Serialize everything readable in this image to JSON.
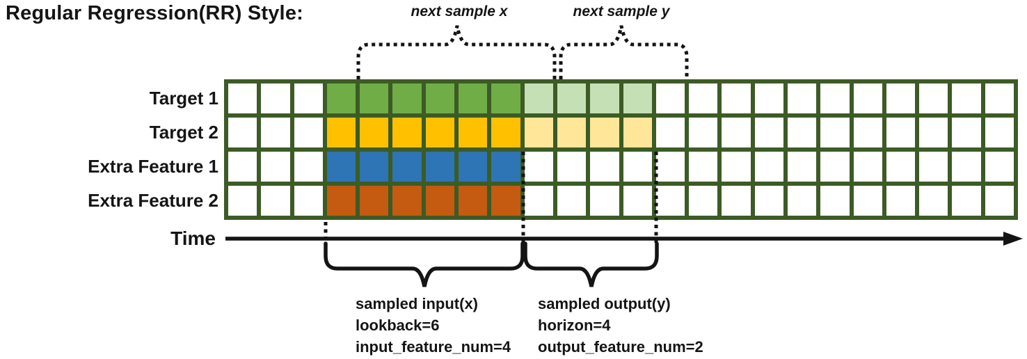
{
  "title": "Regular Regression(RR) Style:",
  "grid": {
    "total_columns": 24,
    "pre_columns": 3,
    "lookback_columns": 6,
    "horizon_columns": 4,
    "post_columns": 11,
    "line_color": "#3C5B25",
    "empty_cell_color": "#ffffff"
  },
  "rows": [
    {
      "label": "Target 1",
      "lookback_color": "#70AD47",
      "horizon_color": "#C5E0B4"
    },
    {
      "label": "Target 2",
      "lookback_color": "#FFC000",
      "horizon_color": "#FFE699"
    },
    {
      "label": "Extra Feature 1",
      "lookback_color": "#2E75B6",
      "horizon_color": null
    },
    {
      "label": "Extra Feature 2",
      "lookback_color": "#C55A11",
      "horizon_color": null
    }
  ],
  "annotations": {
    "next_sample_x": "next sample x",
    "next_sample_y": "next sample y",
    "time_label": "Time",
    "input_lines": [
      "sampled input(x)",
      "lookback=6",
      "input_feature_num=4"
    ],
    "output_lines": [
      "sampled output(y)",
      "horizon=4",
      "output_feature_num=2"
    ]
  },
  "values": {
    "lookback": 6,
    "horizon": 4,
    "input_feature_num": 4,
    "output_feature_num": 2
  },
  "stroke_color": "#141414"
}
